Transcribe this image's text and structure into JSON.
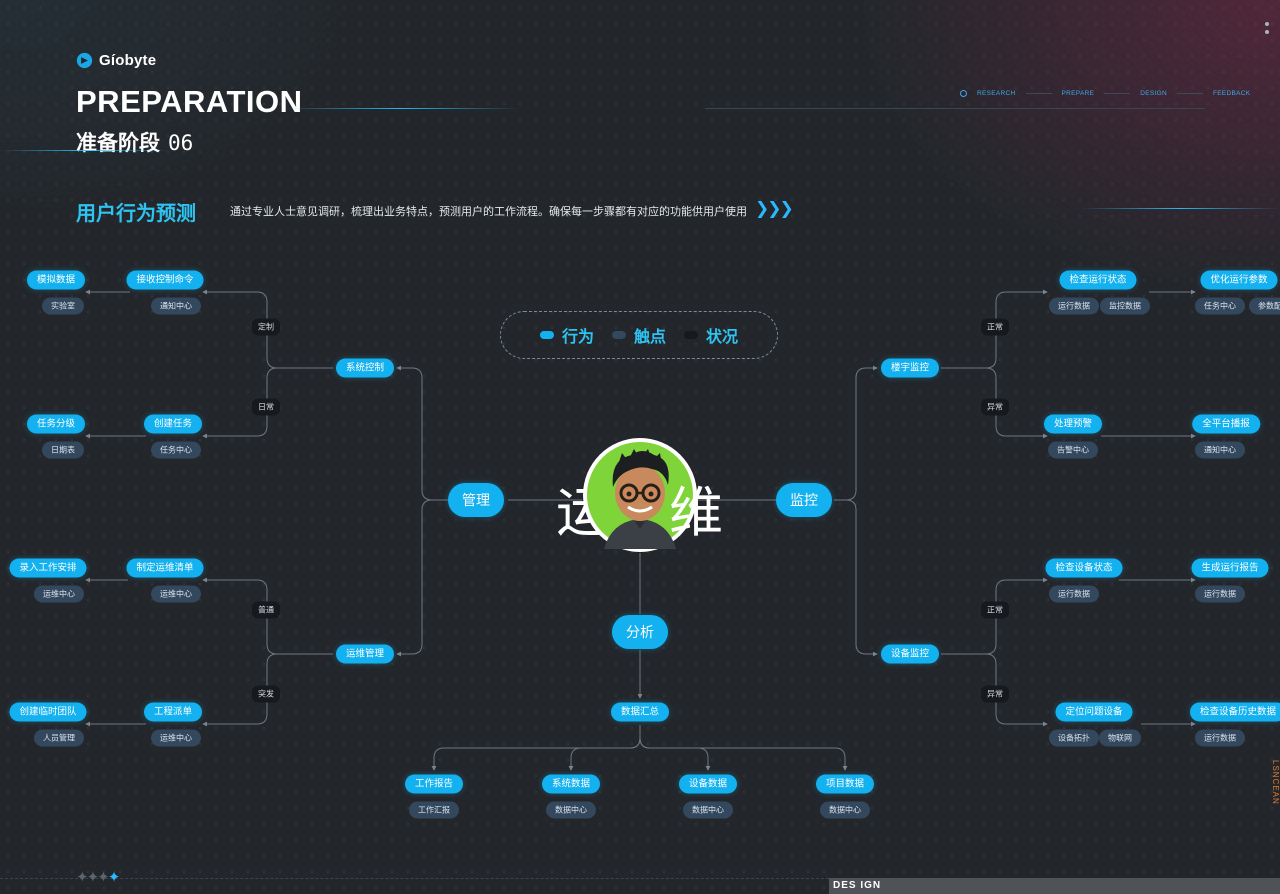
{
  "brand": {
    "name": "Gíobyte"
  },
  "header": {
    "title_en": "PREPARATION",
    "title_cn": "准备阶段",
    "page_number": "06"
  },
  "steps": [
    "RESEARCH",
    "PREPARE",
    "DESIGN",
    "FEEDBACK"
  ],
  "section": {
    "title": "用户行为预测",
    "description": "通过专业人士意见调研，梳理出业务特点，预测用户的工作流程。确保每一步骤都有对应的功能供用户使用"
  },
  "legend": [
    {
      "label": "行为",
      "color": "#13b1ef"
    },
    {
      "label": "触点",
      "color": "#33475d"
    },
    {
      "label": "状况",
      "color": "#16191d"
    }
  ],
  "center": {
    "char1": "运",
    "char2": "维"
  },
  "main_nodes": {
    "management": "管理",
    "monitor": "监控",
    "analysis": "分析"
  },
  "left": {
    "system_control": {
      "label": "系统控制",
      "cond_a": "定制",
      "a_action": "接收控制命令",
      "a_touch": "通知中心",
      "a_end": "模拟数据",
      "a_end_touch": "实验室",
      "cond_b": "日常",
      "b_action": "创建任务",
      "b_touch": "任务中心",
      "b_end": "任务分级",
      "b_end_touch": "日期表"
    },
    "ops_management": {
      "label": "运维管理",
      "cond_a": "普通",
      "a_action": "制定运维清单",
      "a_touch": "运维中心",
      "a_end": "录入工作安排",
      "a_end_touch": "运维中心",
      "cond_b": "突发",
      "b_action": "工程派单",
      "b_touch": "运维中心",
      "b_end": "创建临时团队",
      "b_end_touch": "人员管理"
    }
  },
  "right": {
    "building_monitor": {
      "label": "楼宇监控",
      "cond_a": "正常",
      "a_action": "检查运行状态",
      "a_touch1": "运行数据",
      "a_touch2": "监控数据",
      "a_end": "优化运行参数",
      "a_end_touch1": "任务中心",
      "a_end_touch2": "参数配",
      "cond_b": "异常",
      "b_action": "处理预警",
      "b_touch": "告警中心",
      "b_end": "全平台播报",
      "b_end_touch": "通知中心"
    },
    "device_monitor": {
      "label": "设备监控",
      "cond_a": "正常",
      "a_action": "检查设备状态",
      "a_touch": "运行数据",
      "a_end": "生成运行报告",
      "a_end_touch": "运行数据",
      "cond_b": "异常",
      "b_action": "定位问题设备",
      "b_touch1": "设备拓扑",
      "b_touch2": "物联网",
      "b_end": "检查设备历史数据",
      "b_end_touch": "运行数据"
    }
  },
  "bottom": {
    "summary": "数据汇总",
    "items": [
      {
        "label": "工作报告",
        "touch": "工作汇报"
      },
      {
        "label": "系统数据",
        "touch": "数据中心"
      },
      {
        "label": "设备数据",
        "touch": "数据中心"
      },
      {
        "label": "项目数据",
        "touch": "数据中心"
      }
    ]
  },
  "side_brand": "LSNCEAN",
  "bottom_label": "DES IGN"
}
